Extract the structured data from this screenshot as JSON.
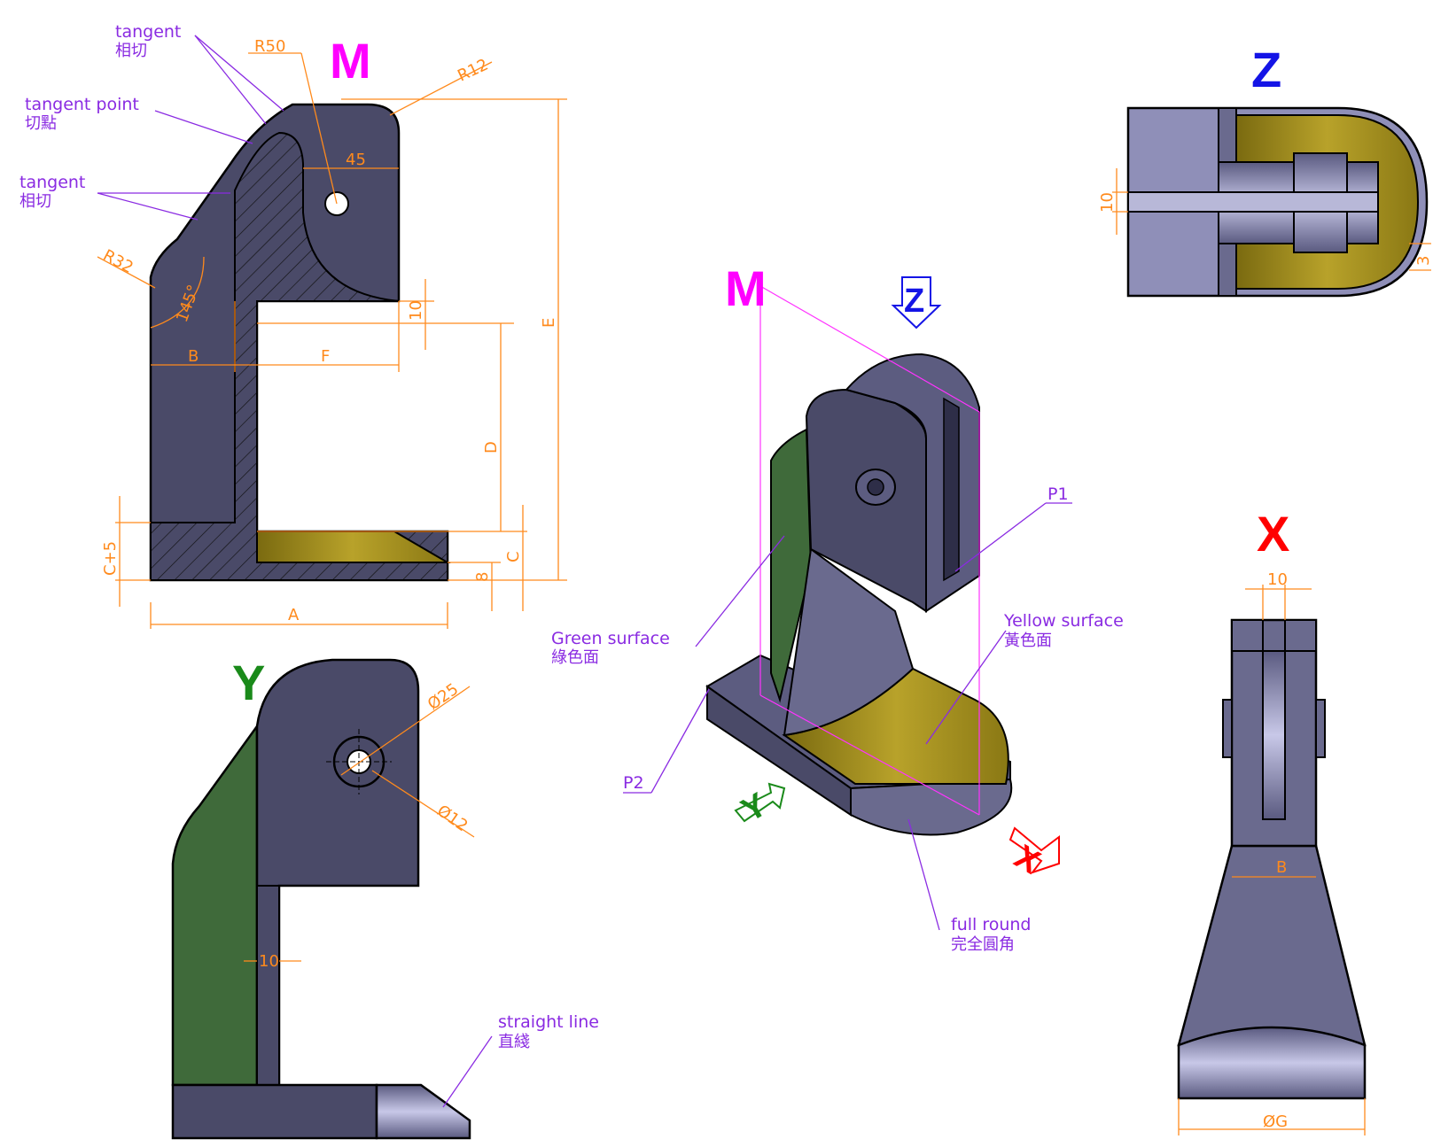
{
  "views": {
    "M": {
      "label": "M",
      "color": "#ff00ff"
    },
    "Y": {
      "label": "Y",
      "color": "#1a8a1a"
    },
    "Z": {
      "label": "Z",
      "color": "#1414e6"
    },
    "X": {
      "label": "X",
      "color": "#ff0000"
    }
  },
  "iso_labels": {
    "M": "M",
    "Z": "Z",
    "Y": "Y",
    "X": "X"
  },
  "dimensions_m": {
    "r50": "R50",
    "r12": "R12",
    "d45": "45",
    "r32": "R32",
    "a145": "145°",
    "b": "B",
    "f": "F",
    "d10": "10",
    "e": "E",
    "d": "D",
    "c5": "C+5",
    "c": "C",
    "d8": "8",
    "a": "A"
  },
  "dimensions_y": {
    "dia25": "Ø25",
    "dia12": "Ø12",
    "d10": "10"
  },
  "dimensions_z": {
    "d10": "10",
    "d3": "3"
  },
  "dimensions_x": {
    "d10": "10",
    "b": "B",
    "g": "ØG"
  },
  "notes": {
    "tangent1_en": "tangent",
    "tangent1_zh": "相切",
    "tangent_point_en": "tangent point",
    "tangent_point_zh": "切點",
    "tangent2_en": "tangent",
    "tangent2_zh": "相切",
    "green_en": "Green surface",
    "green_zh": "綠色面",
    "yellow_en": "Yellow surface",
    "yellow_zh": "黃色面",
    "p1": "P1",
    "p2": "P2",
    "full_round_en": "full round",
    "full_round_zh": "完全圓角",
    "straight_en": "straight line",
    "straight_zh": "直綫"
  },
  "colors": {
    "body": "#4a4a68",
    "body_light": "#6a6a8e",
    "green": "#3f6a3a",
    "yellow": "#a08a18",
    "dimension": "#ff8a1c",
    "note": "#8a2be2"
  }
}
